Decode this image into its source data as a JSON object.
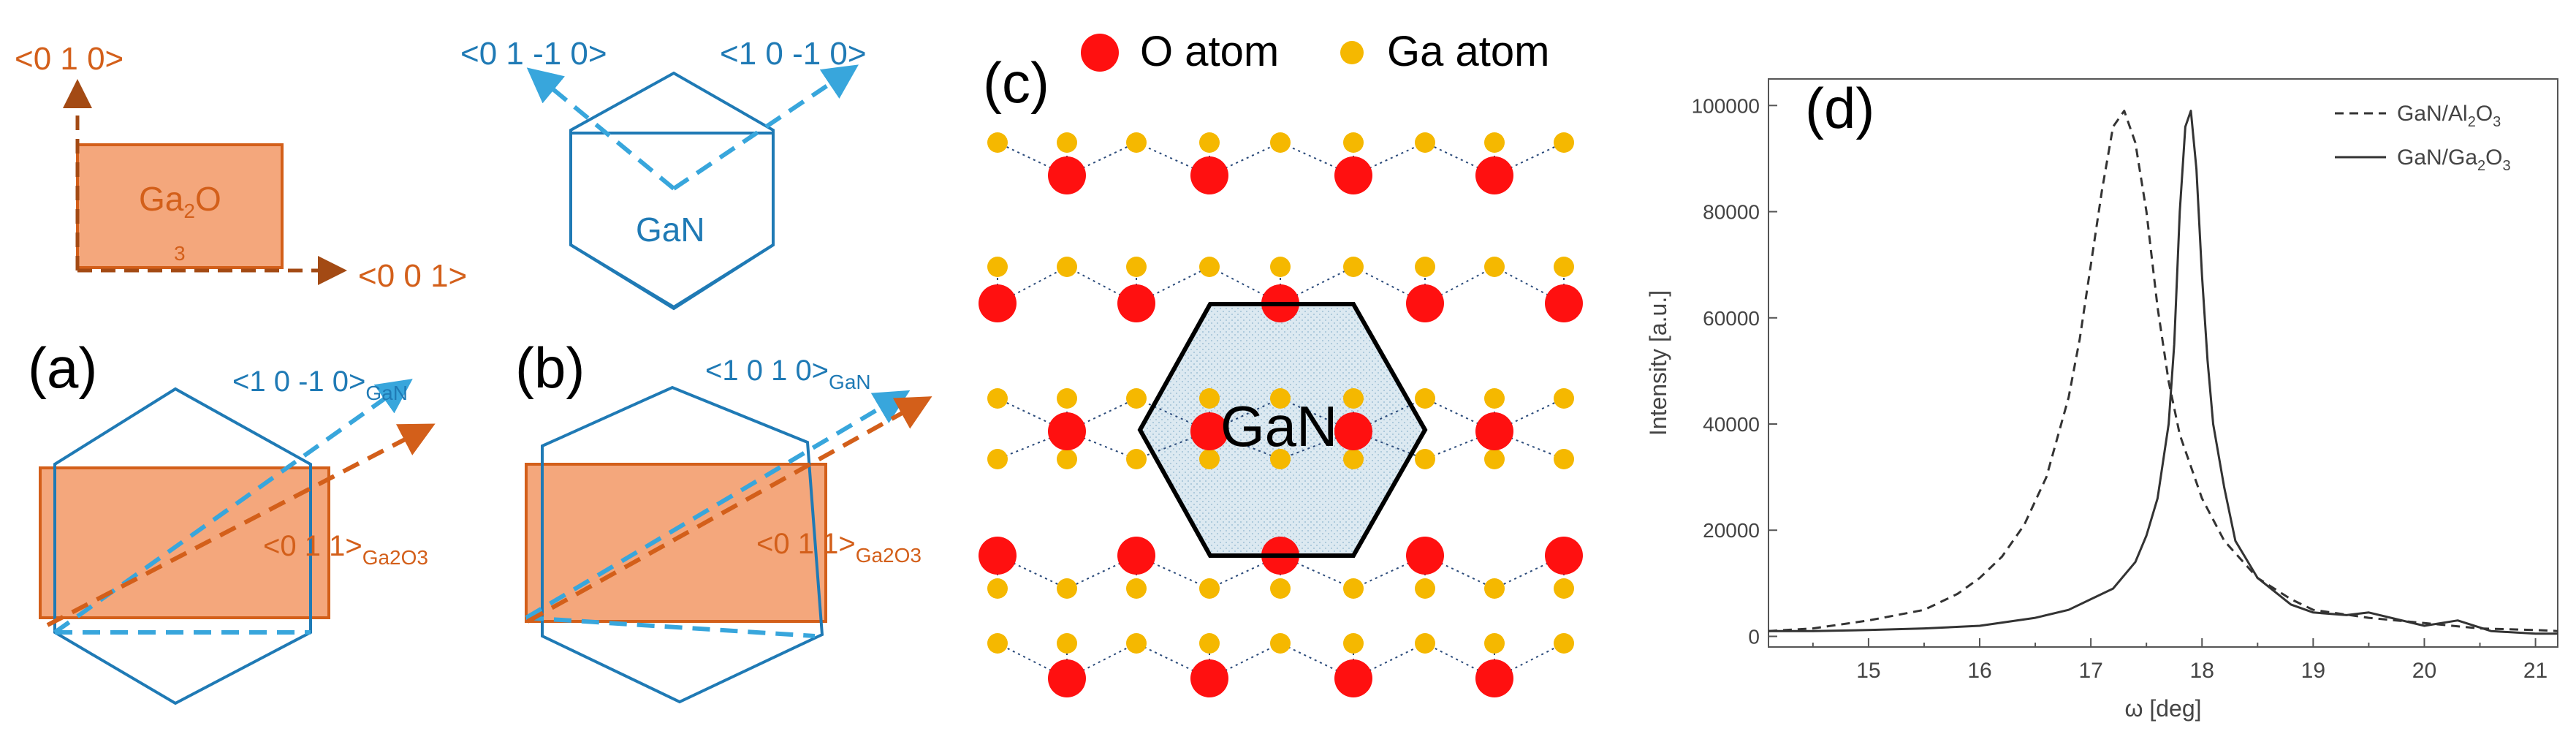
{
  "colors": {
    "orange": "#d35f1a",
    "orange_fill": "#f4a77c",
    "blue": "#1f7ab5",
    "blue_dash": "#38a6dc",
    "o_atom": "#ff1010",
    "ga_atom": "#f5b800",
    "hex_fill": "#cfe0ea"
  },
  "panel_top_left": {
    "axis_y": "<0 1 0>",
    "axis_x": "<0 0 1>",
    "box_main": "Ga",
    "box_sub": "2",
    "box_rest": "O",
    "box_sub2": "3"
  },
  "panel_top_mid": {
    "label_left": "<0 1 -1 0>",
    "label_right": "<1 0 -1 0>",
    "hex_label": "GaN"
  },
  "panel_a": {
    "letter": "(a)",
    "gan_main": "<1 0 -1 0>",
    "gan_sub": "GaN",
    "ga2o3_main": "<0 1 1>",
    "ga2o3_sub": "Ga2O3"
  },
  "panel_b": {
    "letter": "(b)",
    "gan_main": "<1 0 1 0>",
    "gan_sub": "GaN",
    "ga2o3_main": "<0 1 1>",
    "ga2o3_sub": "Ga2O3"
  },
  "panel_c": {
    "letter": "(c)",
    "legend_o": "O atom",
    "legend_ga": "Ga atom",
    "hex_label": "GaN"
  },
  "panel_d": {
    "letter": "(d)"
  },
  "chart_data": {
    "type": "line",
    "title": "",
    "xlabel": "ω [deg]",
    "ylabel": "Intensity [a.u.]",
    "xlim": [
      14.1,
      21.2
    ],
    "ylim": [
      -2000,
      105000
    ],
    "xticks": [
      "15",
      "16",
      "17",
      "18",
      "19",
      "20",
      "21"
    ],
    "yticks": [
      "0",
      "20000",
      "40000",
      "60000",
      "80000",
      "100000"
    ],
    "legend_position": "top-right",
    "series": [
      {
        "name": "GaN/Al2O3",
        "legend_main": "GaN/Al",
        "legend_sub": "2",
        "legend_rest": "O",
        "legend_sub2": "3",
        "style": "dashed",
        "x": [
          14.1,
          14.5,
          15.0,
          15.5,
          15.8,
          16.0,
          16.2,
          16.4,
          16.6,
          16.8,
          16.9,
          17.0,
          17.1,
          17.2,
          17.3,
          17.4,
          17.5,
          17.6,
          17.7,
          17.8,
          18.0,
          18.2,
          18.5,
          18.8,
          19.0,
          19.5,
          20.0,
          20.5,
          21.0,
          21.2
        ],
        "y": [
          1000,
          1500,
          3000,
          5000,
          8000,
          11000,
          15000,
          21000,
          30000,
          45000,
          56000,
          70000,
          84000,
          96000,
          99000,
          93000,
          80000,
          62000,
          48000,
          38000,
          26000,
          18000,
          11000,
          7000,
          5000,
          3500,
          2500,
          1500,
          1200,
          1000
        ]
      },
      {
        "name": "GaN/Ga2O3",
        "legend_main": "GaN/Ga",
        "legend_sub": "2",
        "legend_rest": "O",
        "legend_sub2": "3",
        "style": "solid",
        "x": [
          14.1,
          14.5,
          15.0,
          15.5,
          16.0,
          16.5,
          16.8,
          17.0,
          17.2,
          17.4,
          17.5,
          17.6,
          17.7,
          17.75,
          17.8,
          17.85,
          17.9,
          17.95,
          18.0,
          18.05,
          18.1,
          18.2,
          18.3,
          18.5,
          18.8,
          19.0,
          19.3,
          19.5,
          20.0,
          20.3,
          20.6,
          21.0,
          21.2
        ],
        "y": [
          1000,
          1000,
          1200,
          1500,
          2000,
          3500,
          5000,
          7000,
          9000,
          14000,
          19000,
          26000,
          40000,
          55000,
          80000,
          96000,
          99000,
          88000,
          68000,
          52000,
          40000,
          28000,
          18000,
          11000,
          6000,
          4500,
          4000,
          4500,
          2000,
          3000,
          1000,
          500,
          500
        ]
      }
    ]
  }
}
